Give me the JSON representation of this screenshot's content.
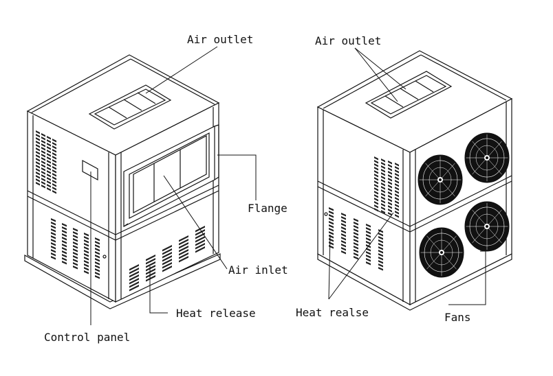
{
  "labels": {
    "left": {
      "air_outlet": "Air outlet",
      "flange": "Flange",
      "air_inlet": "Air inlet",
      "heat_release": "Heat release",
      "control_panel": "Control panel"
    },
    "right": {
      "air_outlet": "Air outlet",
      "heat_release": "Heat realse",
      "fans": "Fans"
    }
  },
  "colors": {
    "line": "#111111",
    "background": "#ffffff",
    "fan": "#111111"
  }
}
